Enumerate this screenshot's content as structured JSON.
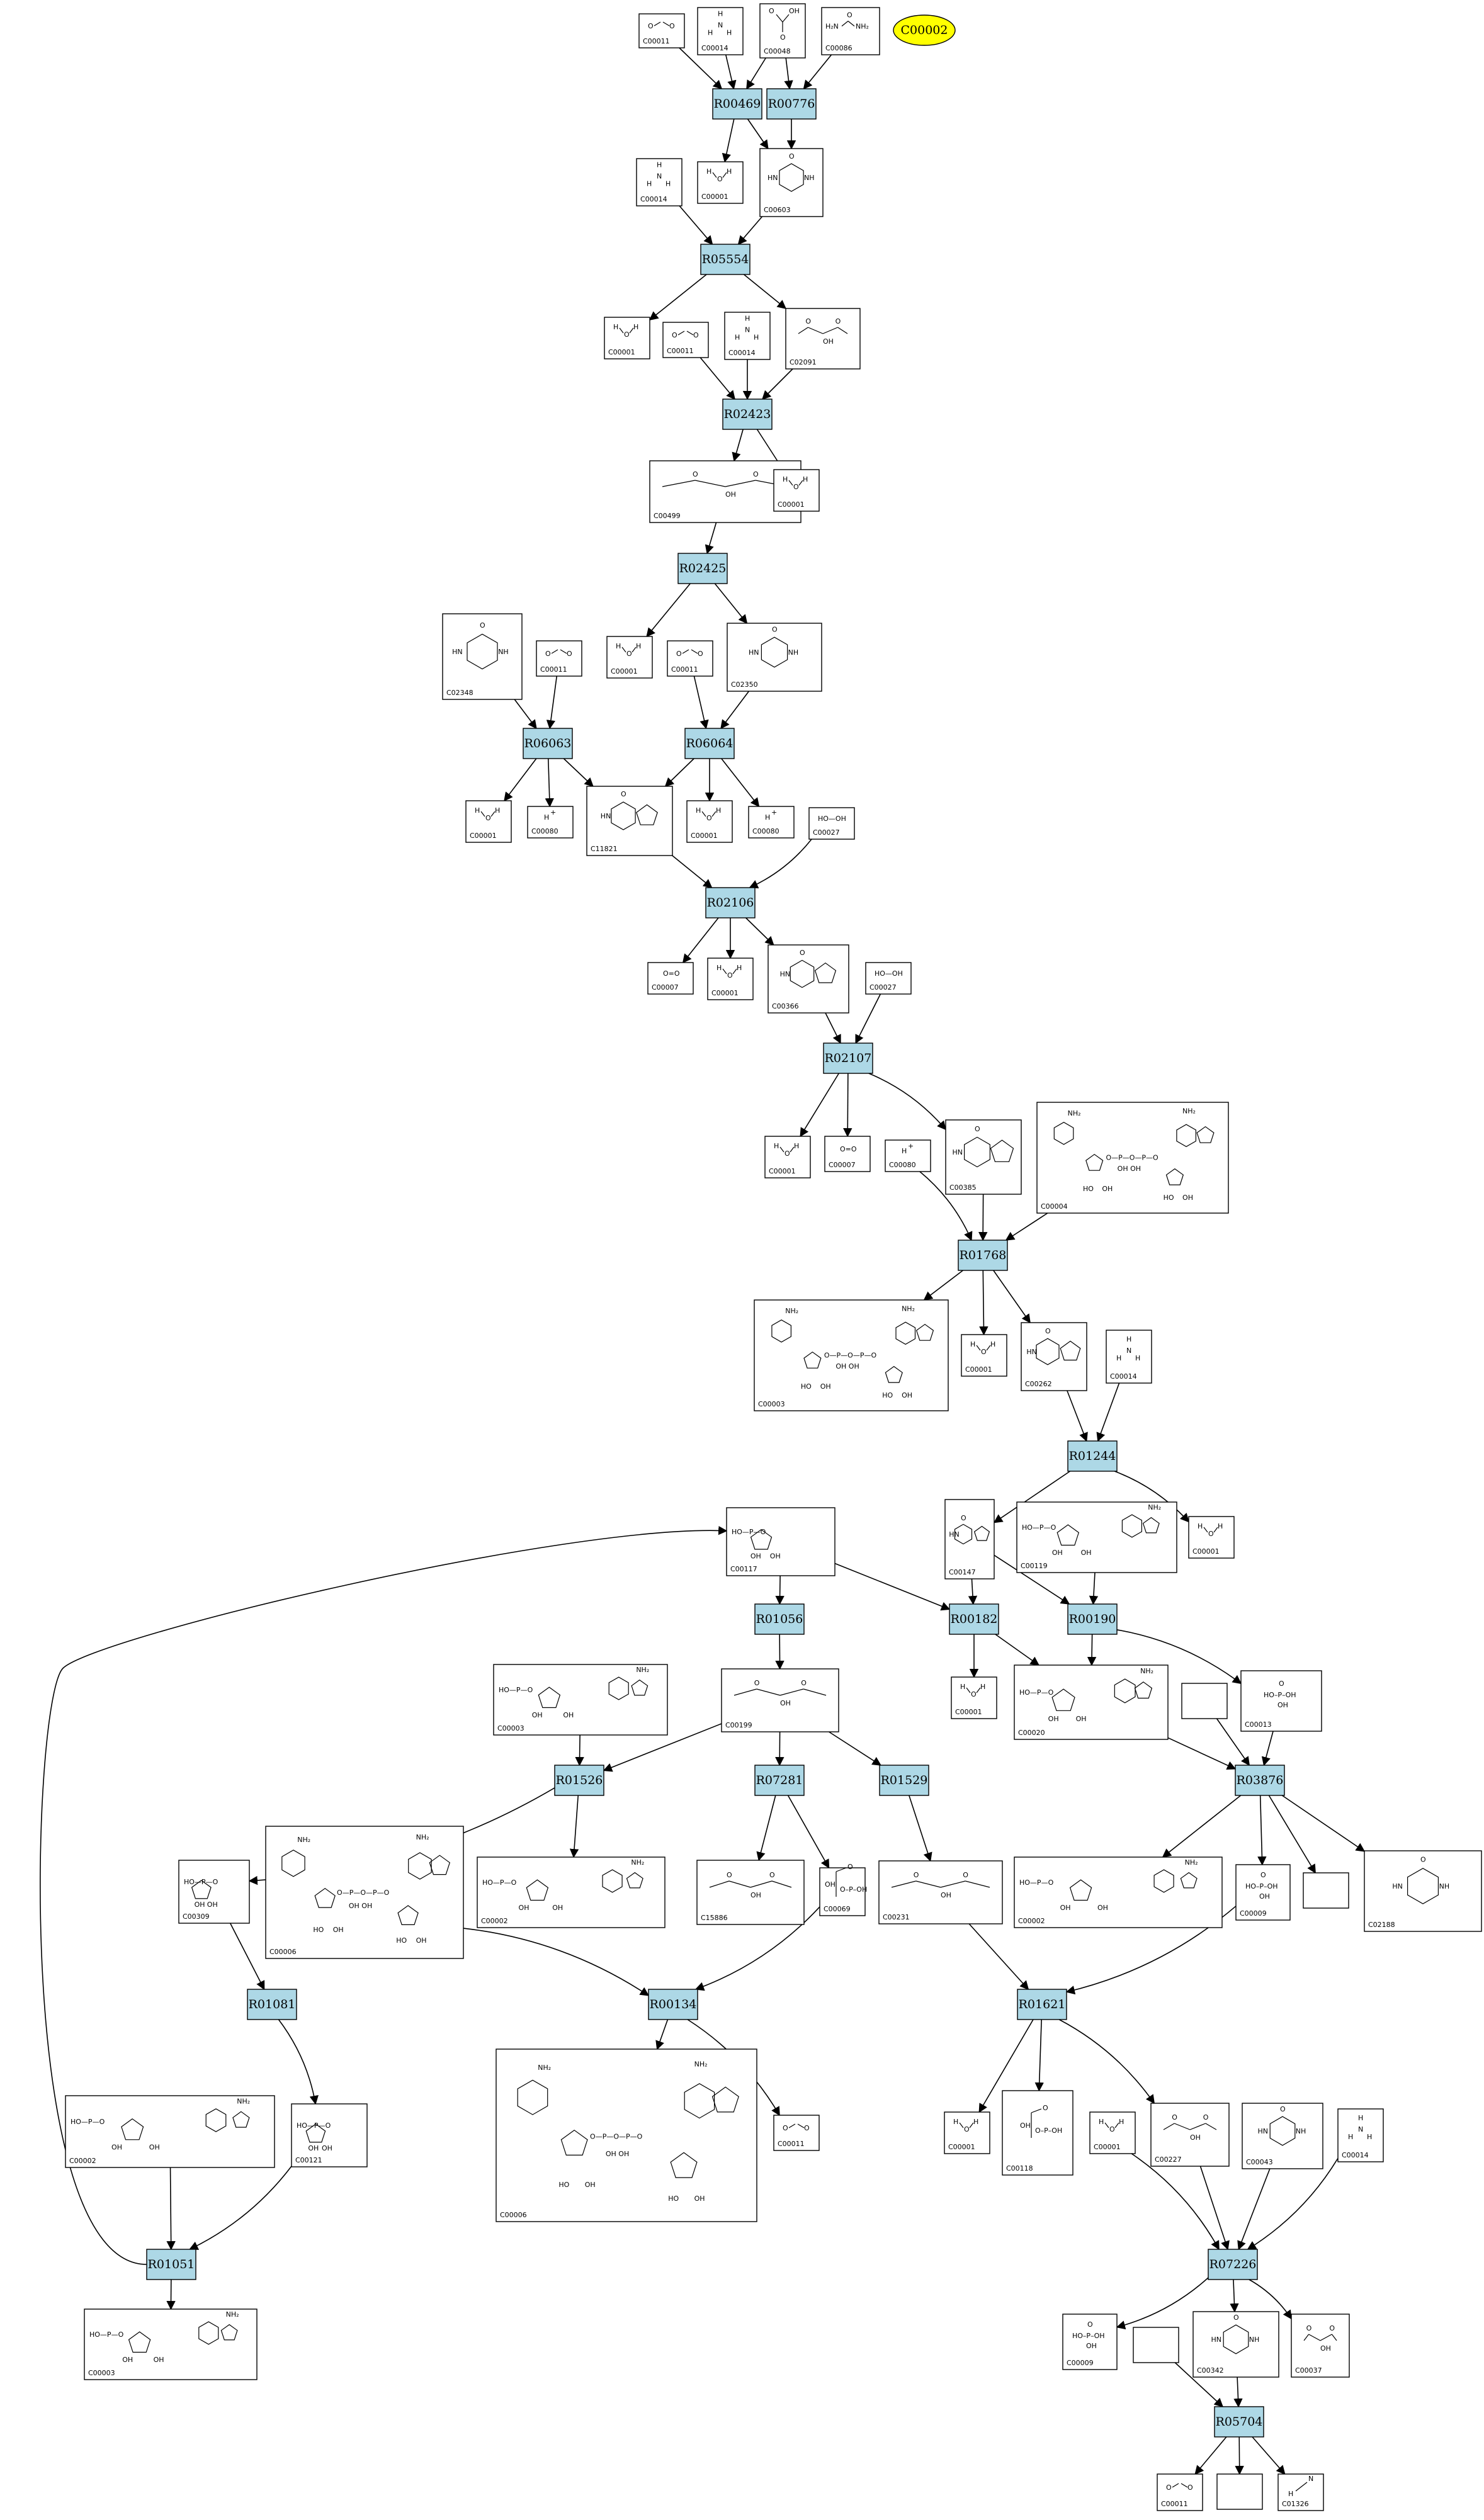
{
  "marker": {
    "id": "C00002",
    "color": "#ffff00"
  },
  "colors": {
    "reaction_fill": "#add8e6",
    "compound_fill": "#ffffff",
    "stroke": "#000000"
  },
  "reactions": [
    {
      "id": "R00469"
    },
    {
      "id": "R00776"
    },
    {
      "id": "R05554"
    },
    {
      "id": "R02423"
    },
    {
      "id": "R02425"
    },
    {
      "id": "R06063"
    },
    {
      "id": "R06064"
    },
    {
      "id": "R02106"
    },
    {
      "id": "R02107"
    },
    {
      "id": "R01768"
    },
    {
      "id": "R01244"
    },
    {
      "id": "R01056"
    },
    {
      "id": "R00182"
    },
    {
      "id": "R00190"
    },
    {
      "id": "R01526"
    },
    {
      "id": "R07281"
    },
    {
      "id": "R01529"
    },
    {
      "id": "R03876"
    },
    {
      "id": "R01081"
    },
    {
      "id": "R00134"
    },
    {
      "id": "R01621"
    },
    {
      "id": "R01051"
    },
    {
      "id": "R07226"
    },
    {
      "id": "R05704"
    }
  ],
  "compounds": [
    {
      "id": "C00011"
    },
    {
      "id": "C00014"
    },
    {
      "id": "C00048"
    },
    {
      "id": "C00086"
    },
    {
      "id": "C00014"
    },
    {
      "id": "C00001"
    },
    {
      "id": "C00603"
    },
    {
      "id": "C00001"
    },
    {
      "id": "C00011"
    },
    {
      "id": "C00014"
    },
    {
      "id": "C02091"
    },
    {
      "id": "C00499"
    },
    {
      "id": "C00001"
    },
    {
      "id": "C02348"
    },
    {
      "id": "C00011"
    },
    {
      "id": "C00001"
    },
    {
      "id": "C00011"
    },
    {
      "id": "C02350"
    },
    {
      "id": "C00001"
    },
    {
      "id": "C00080"
    },
    {
      "id": "C11821"
    },
    {
      "id": "C00001"
    },
    {
      "id": "C00080"
    },
    {
      "id": "C00027"
    },
    {
      "id": "C00007"
    },
    {
      "id": "C00001"
    },
    {
      "id": "C00366"
    },
    {
      "id": "C00027"
    },
    {
      "id": "C00001"
    },
    {
      "id": "C00007"
    },
    {
      "id": "C00080"
    },
    {
      "id": "C00385"
    },
    {
      "id": "C00004"
    },
    {
      "id": "C00003"
    },
    {
      "id": "C00001"
    },
    {
      "id": "C00262"
    },
    {
      "id": "C00014"
    },
    {
      "id": "C00117"
    },
    {
      "id": "C00147"
    },
    {
      "id": "C00119"
    },
    {
      "id": "C00001"
    },
    {
      "id": "C00003"
    },
    {
      "id": "C00199"
    },
    {
      "id": "C00001"
    },
    {
      "id": "C00020"
    },
    {
      "id": ""
    },
    {
      "id": "C00013"
    },
    {
      "id": "C00309"
    },
    {
      "id": "C00006"
    },
    {
      "id": "C00002"
    },
    {
      "id": "C15886"
    },
    {
      "id": "C00069"
    },
    {
      "id": "C00231"
    },
    {
      "id": "C00002"
    },
    {
      "id": "C00009"
    },
    {
      "id": ""
    },
    {
      "id": "C02188"
    },
    {
      "id": "C00002"
    },
    {
      "id": "C00121"
    },
    {
      "id": "C00006"
    },
    {
      "id": "C00011"
    },
    {
      "id": "C00001"
    },
    {
      "id": "C00118"
    },
    {
      "id": "C00001"
    },
    {
      "id": "C00227"
    },
    {
      "id": "C00043"
    },
    {
      "id": "C00014"
    },
    {
      "id": "C00003"
    },
    {
      "id": "C00009"
    },
    {
      "id": ""
    },
    {
      "id": "C00342"
    },
    {
      "id": "C00037"
    },
    {
      "id": "C00011"
    },
    {
      "id": ""
    },
    {
      "id": "C01326"
    }
  ],
  "atom_labels": {
    "C00011": "O=C=O",
    "C00014": "NH3",
    "C00001": "H2O",
    "C00080": "H+",
    "C00027": "HO-OH",
    "C00007": "O=O",
    "C00048": "OH",
    "C00086": "H2N NH2",
    "C00009": "OH"
  }
}
